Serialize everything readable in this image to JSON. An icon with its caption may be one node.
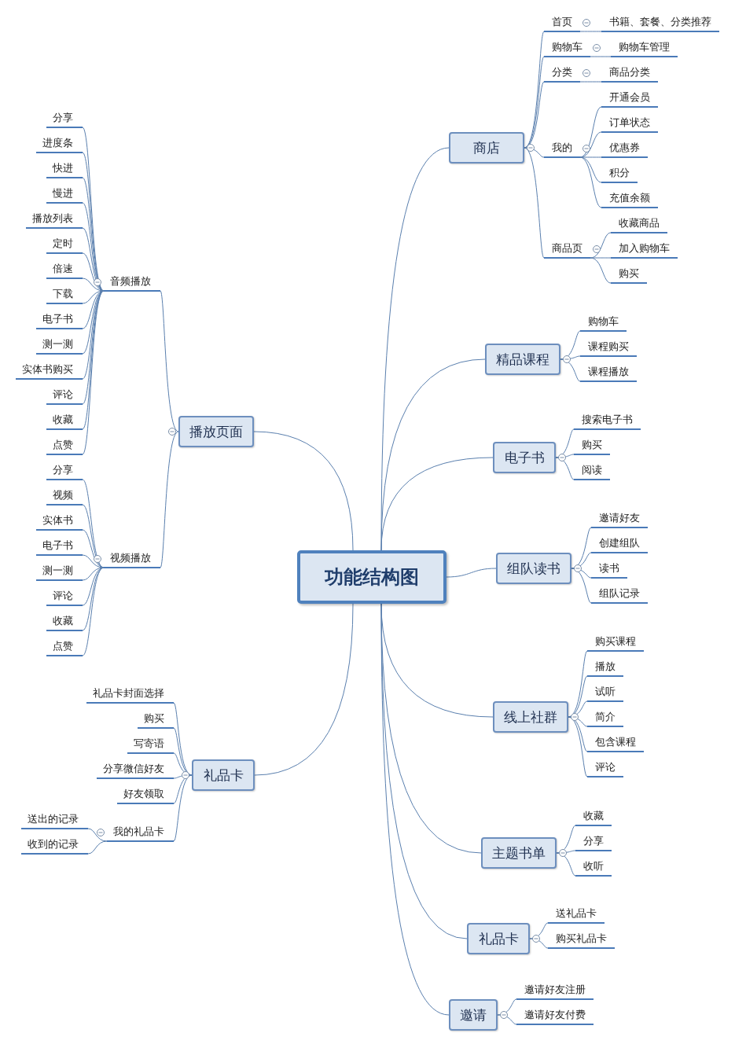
{
  "diagram": {
    "nodes": [
      {
        "text": [
          "功能结构图"
        ]
      },
      {
        "text": [
          "商店"
        ]
      },
      {
        "text": [
          "首页"
        ]
      },
      {
        "text": [
          "书籍、套餐、分类推荐"
        ]
      },
      {
        "text": [
          "购物车"
        ]
      },
      {
        "text": [
          "购物车管理"
        ]
      },
      {
        "text": [
          "分类"
        ]
      },
      {
        "text": [
          "商品分类"
        ]
      },
      {
        "text": [
          "我的"
        ]
      },
      {
        "text": [
          "开通会员"
        ]
      },
      {
        "text": [
          "订单状态"
        ]
      },
      {
        "text": [
          "优惠券"
        ]
      },
      {
        "text": [
          "积分"
        ]
      },
      {
        "text": [
          "充值余额"
        ]
      },
      {
        "text": [
          "商品页"
        ]
      },
      {
        "text": [
          "收藏商品"
        ]
      },
      {
        "text": [
          "加入购物车"
        ]
      },
      {
        "text": [
          "购买"
        ]
      },
      {
        "text": [
          "精品课程"
        ]
      },
      {
        "text": [
          "购物车"
        ]
      },
      {
        "text": [
          "课程购买"
        ]
      },
      {
        "text": [
          "课程播放"
        ]
      },
      {
        "text": [
          "电子书"
        ]
      },
      {
        "text": [
          "搜索电子书"
        ]
      },
      {
        "text": [
          "购买"
        ]
      },
      {
        "text": [
          "阅读"
        ]
      },
      {
        "text": [
          "组队读书"
        ]
      },
      {
        "text": [
          "邀请好友"
        ]
      },
      {
        "text": [
          "创建组队"
        ]
      },
      {
        "text": [
          "读书"
        ]
      },
      {
        "text": [
          "组队记录"
        ]
      },
      {
        "text": [
          "线上社群"
        ]
      },
      {
        "text": [
          "购买课程"
        ]
      },
      {
        "text": [
          "播放"
        ]
      },
      {
        "text": [
          "试听"
        ]
      },
      {
        "text": [
          "简介"
        ]
      },
      {
        "text": [
          "包含课程"
        ]
      },
      {
        "text": [
          "评论"
        ]
      },
      {
        "text": [
          "主题书单"
        ]
      },
      {
        "text": [
          "收藏"
        ]
      },
      {
        "text": [
          "分享"
        ]
      },
      {
        "text": [
          "收听"
        ]
      },
      {
        "text": [
          "礼品卡"
        ]
      },
      {
        "text": [
          "送礼品卡"
        ]
      },
      {
        "text": [
          "购买礼品卡"
        ]
      },
      {
        "text": [
          "邀请"
        ]
      },
      {
        "text": [
          "邀请好友注册"
        ]
      },
      {
        "text": [
          "邀请好友付费"
        ]
      },
      {
        "text": [
          "播放页面"
        ]
      },
      {
        "text": [
          "音频播放"
        ]
      },
      {
        "text": [
          "分享"
        ]
      },
      {
        "text": [
          "进度条"
        ]
      },
      {
        "text": [
          "快进"
        ]
      },
      {
        "text": [
          "慢进"
        ]
      },
      {
        "text": [
          "播放列表"
        ]
      },
      {
        "text": [
          "定时"
        ]
      },
      {
        "text": [
          "倍速"
        ]
      },
      {
        "text": [
          "下载"
        ]
      },
      {
        "text": [
          "电子书"
        ]
      },
      {
        "text": [
          "测一测"
        ]
      },
      {
        "text": [
          "实体书购买"
        ]
      },
      {
        "text": [
          "评论"
        ]
      },
      {
        "text": [
          "收藏"
        ]
      },
      {
        "text": [
          "点赞"
        ]
      },
      {
        "text": [
          "视频播放"
        ]
      },
      {
        "text": [
          "分享"
        ]
      },
      {
        "text": [
          "视频"
        ]
      },
      {
        "text": [
          "实体书"
        ]
      },
      {
        "text": [
          "电子书"
        ]
      },
      {
        "text": [
          "测一测"
        ]
      },
      {
        "text": [
          "评论"
        ]
      },
      {
        "text": [
          "收藏"
        ]
      },
      {
        "text": [
          "点赞"
        ]
      },
      {
        "text": [
          "礼品卡"
        ]
      },
      {
        "text": [
          "礼品卡封面选择"
        ]
      },
      {
        "text": [
          "购买"
        ]
      },
      {
        "text": [
          "写寄语"
        ]
      },
      {
        "text": [
          "分享微信好友"
        ]
      },
      {
        "text": [
          "好友领取"
        ]
      },
      {
        "text": [
          "我的礼品卡"
        ]
      },
      {
        "text": [
          "送出的记录"
        ]
      },
      {
        "text": [
          "收到的记录"
        ]
      }
    ],
    "edges": [
      {
        "from": 0,
        "to": 1,
        "arrow": "none"
      },
      {
        "from": 0,
        "to": 18,
        "arrow": "none"
      },
      {
        "from": 0,
        "to": 22,
        "arrow": "none"
      },
      {
        "from": 0,
        "to": 26,
        "arrow": "none"
      },
      {
        "from": 0,
        "to": 31,
        "arrow": "none"
      },
      {
        "from": 0,
        "to": 38,
        "arrow": "none"
      },
      {
        "from": 0,
        "to": 42,
        "arrow": "none"
      },
      {
        "from": 0,
        "to": 45,
        "arrow": "none"
      },
      {
        "from": 0,
        "to": 48,
        "arrow": "none"
      },
      {
        "from": 0,
        "to": 73,
        "arrow": "none"
      },
      {
        "from": 1,
        "to": 2,
        "arrow": "none"
      },
      {
        "from": 1,
        "to": 4,
        "arrow": "none"
      },
      {
        "from": 1,
        "to": 6,
        "arrow": "none"
      },
      {
        "from": 1,
        "to": 8,
        "arrow": "none"
      },
      {
        "from": 1,
        "to": 14,
        "arrow": "none"
      },
      {
        "from": 2,
        "to": 3,
        "arrow": "none"
      },
      {
        "from": 4,
        "to": 5,
        "arrow": "none"
      },
      {
        "from": 6,
        "to": 7,
        "arrow": "none"
      },
      {
        "from": 8,
        "to": 9,
        "arrow": "none"
      },
      {
        "from": 8,
        "to": 10,
        "arrow": "none"
      },
      {
        "from": 8,
        "to": 11,
        "arrow": "none"
      },
      {
        "from": 8,
        "to": 12,
        "arrow": "none"
      },
      {
        "from": 8,
        "to": 13,
        "arrow": "none"
      },
      {
        "from": 14,
        "to": 15,
        "arrow": "none"
      },
      {
        "from": 14,
        "to": 16,
        "arrow": "none"
      },
      {
        "from": 14,
        "to": 17,
        "arrow": "none"
      },
      {
        "from": 18,
        "to": 19,
        "arrow": "none"
      },
      {
        "from": 18,
        "to": 20,
        "arrow": "none"
      },
      {
        "from": 18,
        "to": 21,
        "arrow": "none"
      },
      {
        "from": 22,
        "to": 23,
        "arrow": "none"
      },
      {
        "from": 22,
        "to": 24,
        "arrow": "none"
      },
      {
        "from": 22,
        "to": 25,
        "arrow": "none"
      },
      {
        "from": 26,
        "to": 27,
        "arrow": "none"
      },
      {
        "from": 26,
        "to": 28,
        "arrow": "none"
      },
      {
        "from": 26,
        "to": 29,
        "arrow": "none"
      },
      {
        "from": 26,
        "to": 30,
        "arrow": "none"
      },
      {
        "from": 31,
        "to": 32,
        "arrow": "none"
      },
      {
        "from": 31,
        "to": 33,
        "arrow": "none"
      },
      {
        "from": 31,
        "to": 34,
        "arrow": "none"
      },
      {
        "from": 31,
        "to": 35,
        "arrow": "none"
      },
      {
        "from": 31,
        "to": 36,
        "arrow": "none"
      },
      {
        "from": 31,
        "to": 37,
        "arrow": "none"
      },
      {
        "from": 38,
        "to": 39,
        "arrow": "none"
      },
      {
        "from": 38,
        "to": 40,
        "arrow": "none"
      },
      {
        "from": 38,
        "to": 41,
        "arrow": "none"
      },
      {
        "from": 42,
        "to": 43,
        "arrow": "none"
      },
      {
        "from": 42,
        "to": 44,
        "arrow": "none"
      },
      {
        "from": 45,
        "to": 46,
        "arrow": "none"
      },
      {
        "from": 45,
        "to": 47,
        "arrow": "none"
      },
      {
        "from": 48,
        "to": 49,
        "arrow": "none"
      },
      {
        "from": 48,
        "to": 64,
        "arrow": "none"
      },
      {
        "from": 49,
        "to": 50,
        "arrow": "none"
      },
      {
        "from": 49,
        "to": 51,
        "arrow": "none"
      },
      {
        "from": 49,
        "to": 52,
        "arrow": "none"
      },
      {
        "from": 49,
        "to": 53,
        "arrow": "none"
      },
      {
        "from": 49,
        "to": 54,
        "arrow": "none"
      },
      {
        "from": 49,
        "to": 55,
        "arrow": "none"
      },
      {
        "from": 49,
        "to": 56,
        "arrow": "none"
      },
      {
        "from": 49,
        "to": 57,
        "arrow": "none"
      },
      {
        "from": 49,
        "to": 58,
        "arrow": "none"
      },
      {
        "from": 49,
        "to": 59,
        "arrow": "none"
      },
      {
        "from": 49,
        "to": 60,
        "arrow": "none"
      },
      {
        "from": 49,
        "to": 61,
        "arrow": "none"
      },
      {
        "from": 49,
        "to": 62,
        "arrow": "none"
      },
      {
        "from": 49,
        "to": 63,
        "arrow": "none"
      },
      {
        "from": 64,
        "to": 65,
        "arrow": "none"
      },
      {
        "from": 64,
        "to": 66,
        "arrow": "none"
      },
      {
        "from": 64,
        "to": 67,
        "arrow": "none"
      },
      {
        "from": 64,
        "to": 68,
        "arrow": "none"
      },
      {
        "from": 64,
        "to": 69,
        "arrow": "none"
      },
      {
        "from": 64,
        "to": 70,
        "arrow": "none"
      },
      {
        "from": 64,
        "to": 71,
        "arrow": "none"
      },
      {
        "from": 64,
        "to": 72,
        "arrow": "none"
      },
      {
        "from": 73,
        "to": 74,
        "arrow": "none"
      },
      {
        "from": 73,
        "to": 75,
        "arrow": "none"
      },
      {
        "from": 73,
        "to": 76,
        "arrow": "none"
      },
      {
        "from": 73,
        "to": 77,
        "arrow": "none"
      },
      {
        "from": 73,
        "to": 78,
        "arrow": "none"
      },
      {
        "from": 73,
        "to": 79,
        "arrow": "none"
      },
      {
        "from": 79,
        "to": 80,
        "arrow": "none"
      },
      {
        "from": 79,
        "to": 81,
        "arrow": "none"
      }
    ]
  }
}
